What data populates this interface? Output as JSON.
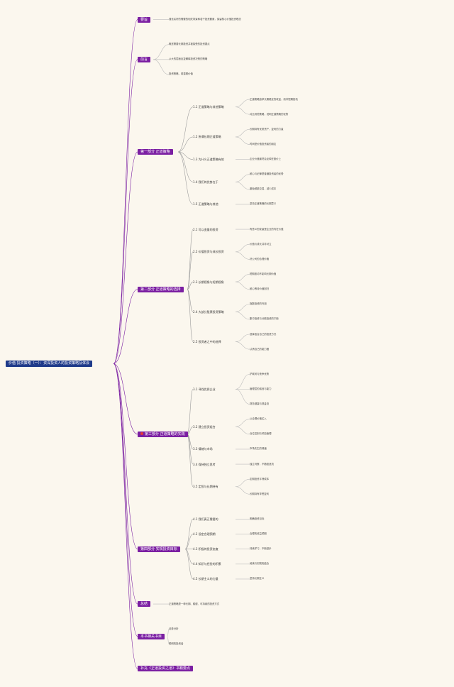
{
  "root": "价值·投资策略（一）：资深投资人的投资策略及体会",
  "parts": [
    {
      "label": "要旨",
      "items": [
        "强化买好的需要的相关背景和若干投资要素，保留核心价值投资理念"
      ]
    },
    {
      "label": "前言",
      "items": [
        "概述需要长期投资并被接受的投资要点",
        "从大的层面反复解释投资决策的策略",
        "投资策略，着重看价值"
      ]
    },
    {
      "label": "第一部分 正道策略",
      "subs": [
        {
          "label": "1.1 正道策略与其他策略",
          "items": [
            "正道策略追求长期稳定的收益，而非短期投机",
            "对比其他策略，说明正道策略的优势"
          ]
        },
        {
          "label": "1.2 所谓长期正道策略",
          "items": [
            "长期持有优质资产，复利的力量",
            "时间是价值投资者的朋友"
          ]
        },
        {
          "label": "1.3 为什么正道策略有效",
          "items": [
            "企业价值最终会反映在股价上"
          ]
        },
        {
          "label": "1.4 我们的优势在于",
          "items": [
            "耐心与纪律是普通投资者的优势",
            "避免频繁交易，减少成本"
          ]
        },
        {
          "label": "1.5 正道策略与其他",
          "items": [
            "坚持正道策略的长期意义"
          ]
        }
      ]
    },
    {
      "label": "第二部分 正道策略的选择",
      "subs": [
        {
          "label": "2.1 可以变量的投资",
          "items": [
            "有意义的变量是企业的内在价值"
          ]
        },
        {
          "label": "2.2 价值投资与成长投资",
          "items": [
            "价值与成长并非对立",
            "好公司的合理价格"
          ]
        },
        {
          "label": "2.3 长期视角与短期视角",
          "items": [
            "短期波动不影响长期价值",
            "耐心等待价值回归"
          ]
        },
        {
          "label": "2.4 大部分股票投资策略",
          "items": [
            "指数投资的作用",
            "集中投资与分散投资的平衡"
          ]
        },
        {
          "label": "2.5 投资者之中的选择",
          "items": [
            "选择适合自己的投资方式",
            "认清自己的能力圈"
          ]
        }
      ]
    },
    {
      "label": "第三部分 正道策略的实践",
      "subs": [
        {
          "label": "3.1 寻找优质企业",
          "items": [
            "护城河与竞争优势",
            "管理层的诚信与能力",
            "财务健康与现金流"
          ]
        },
        {
          "label": "3.2 建立投资组合",
          "items": [
            "以合理价格买入",
            "仓位控制与风险管理"
          ]
        },
        {
          "label": "3.3 情绪与市场",
          "items": [
            "市场先生的情绪"
          ]
        },
        {
          "label": "3.4 保持独立思考",
          "items": [
            "独立判断，不随波逐流"
          ]
        },
        {
          "label": "3.5 定投与长期持有",
          "items": [
            "定期投资平滑成本",
            "长期持有享受复利"
          ]
        }
      ]
    },
    {
      "label": "第四部分 实现投资目标",
      "subs": [
        {
          "label": "4.1 我们真正需要的",
          "items": [
            "明确投资目标"
          ]
        },
        {
          "label": "4.2 设定合理预期",
          "items": [
            "合理的收益预期"
          ]
        },
        {
          "label": "4.3 积极的投资态度",
          "items": [
            "持续学习，不断进步"
          ]
        },
        {
          "label": "4.4 知识与经验的积累",
          "items": [
            "阅读与实践相结合"
          ]
        },
        {
          "label": "4.5 长期主义的力量",
          "items": [
            "坚持长期主义"
          ]
        }
      ]
    },
    {
      "label": "总结",
      "items": [
        "正道策略是一种长期、稳健、可持续的投资方式"
      ]
    },
    {
      "label": "本书相关书目",
      "items": [
        "证券分析",
        "聪明的投资者"
      ]
    },
    {
      "label": "补充《正道投资之道》书籍要点",
      "items": []
    }
  ]
}
